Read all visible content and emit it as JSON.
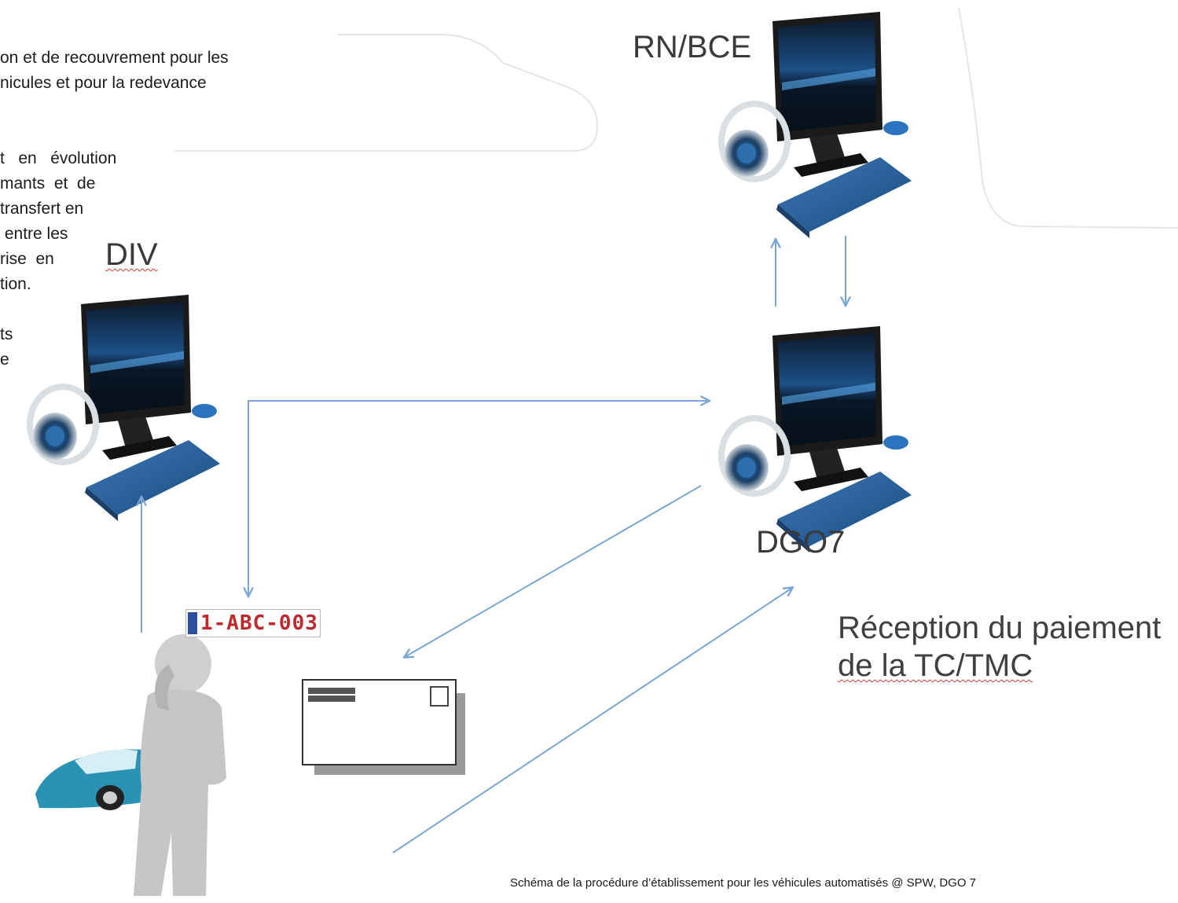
{
  "cropped_text": [
    "on et de recouvrement pour les",
    "nicules et pour la redevance",
    "t   en   évolution",
    "mants  et  de",
    "transfert en",
    " entre les",
    "rise  en",
    "tion.",
    "ts",
    "e"
  ],
  "nodes": {
    "rn_bce": {
      "label": "RN/BCE",
      "icon": "computer-workstation-icon"
    },
    "div": {
      "label": "DIV",
      "icon": "computer-workstation-icon"
    },
    "dgo7": {
      "label": "DGO7",
      "icon": "computer-workstation-icon"
    }
  },
  "plate": {
    "text": "1-ABC-003"
  },
  "payment_label": {
    "line1": "Réception du paiement",
    "line2": "de la TC/TMC"
  },
  "caption": "Schéma de la procédure d’établissement pour les véhicules automatisés @ SPW, DGO 7",
  "colors": {
    "arrow": "#7aa6d6",
    "text": "#3a3a3a",
    "plate_text": "#c0282d"
  }
}
